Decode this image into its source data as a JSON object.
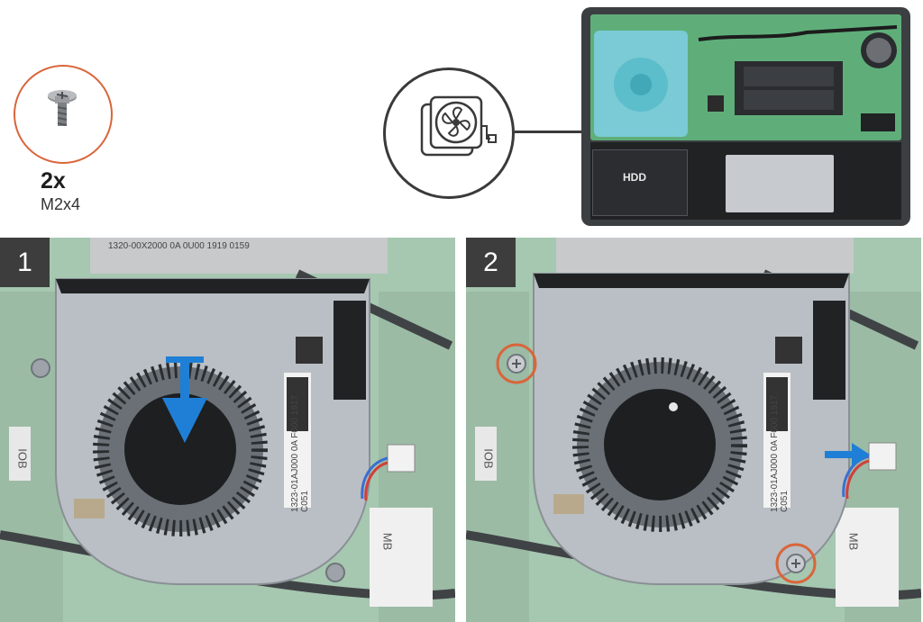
{
  "screw": {
    "quantity": "2x",
    "size": "M2x4"
  },
  "overview": {
    "hdd_label": "HDD"
  },
  "steps": [
    {
      "number": "1"
    },
    {
      "number": "2"
    }
  ],
  "panel_labels": {
    "top_strip": "1320-00X2000 0A 0U00 1919 0159",
    "fan_barcode": "1323-01AJ000 0A F000 1917 C051",
    "fan_barcode_2": "1323-01AJ000 0A F000 1917 C051",
    "io_board": "IOB",
    "io_board_2": "IOB",
    "mb": "MB",
    "mb_2": "MB"
  },
  "colors": {
    "screw_highlight": "#d9653b",
    "arrow": "#1f7fd6",
    "callout": "#3a3a3a",
    "step_badge": "#3d3d3d"
  },
  "icons": {
    "callout": "fan-icon",
    "screw": "screw-icon",
    "arrow_step1": "arrow-down-icon",
    "arrow_step2": "arrow-right-icon"
  }
}
